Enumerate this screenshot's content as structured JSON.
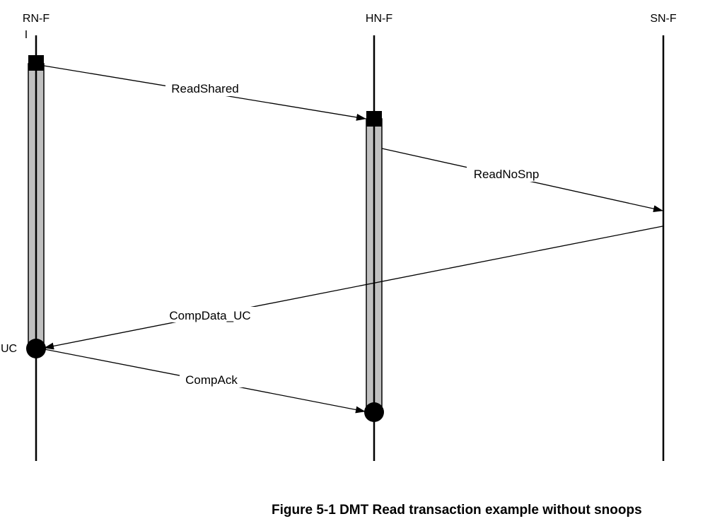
{
  "nodes": [
    {
      "id": "rn",
      "label": "RN-F",
      "initial_state": "I",
      "final_state": "UC"
    },
    {
      "id": "hn",
      "label": "HN-F"
    },
    {
      "id": "sn",
      "label": "SN-F"
    }
  ],
  "messages": [
    {
      "label": "ReadShared",
      "from": "RN-F",
      "to": "HN-F"
    },
    {
      "label": "ReadNoSnp",
      "from": "HN-F",
      "to": "SN-F"
    },
    {
      "label": "CompData_UC",
      "from": "SN-F",
      "to": "RN-F"
    },
    {
      "label": "CompAck",
      "from": "RN-F",
      "to": "HN-F"
    }
  ],
  "colors": {
    "line": "#000000",
    "activation_fill": "#c0c0c0",
    "background": "#ffffff"
  },
  "caption": "Figure 5-1 DMT Read transaction example without snoops"
}
